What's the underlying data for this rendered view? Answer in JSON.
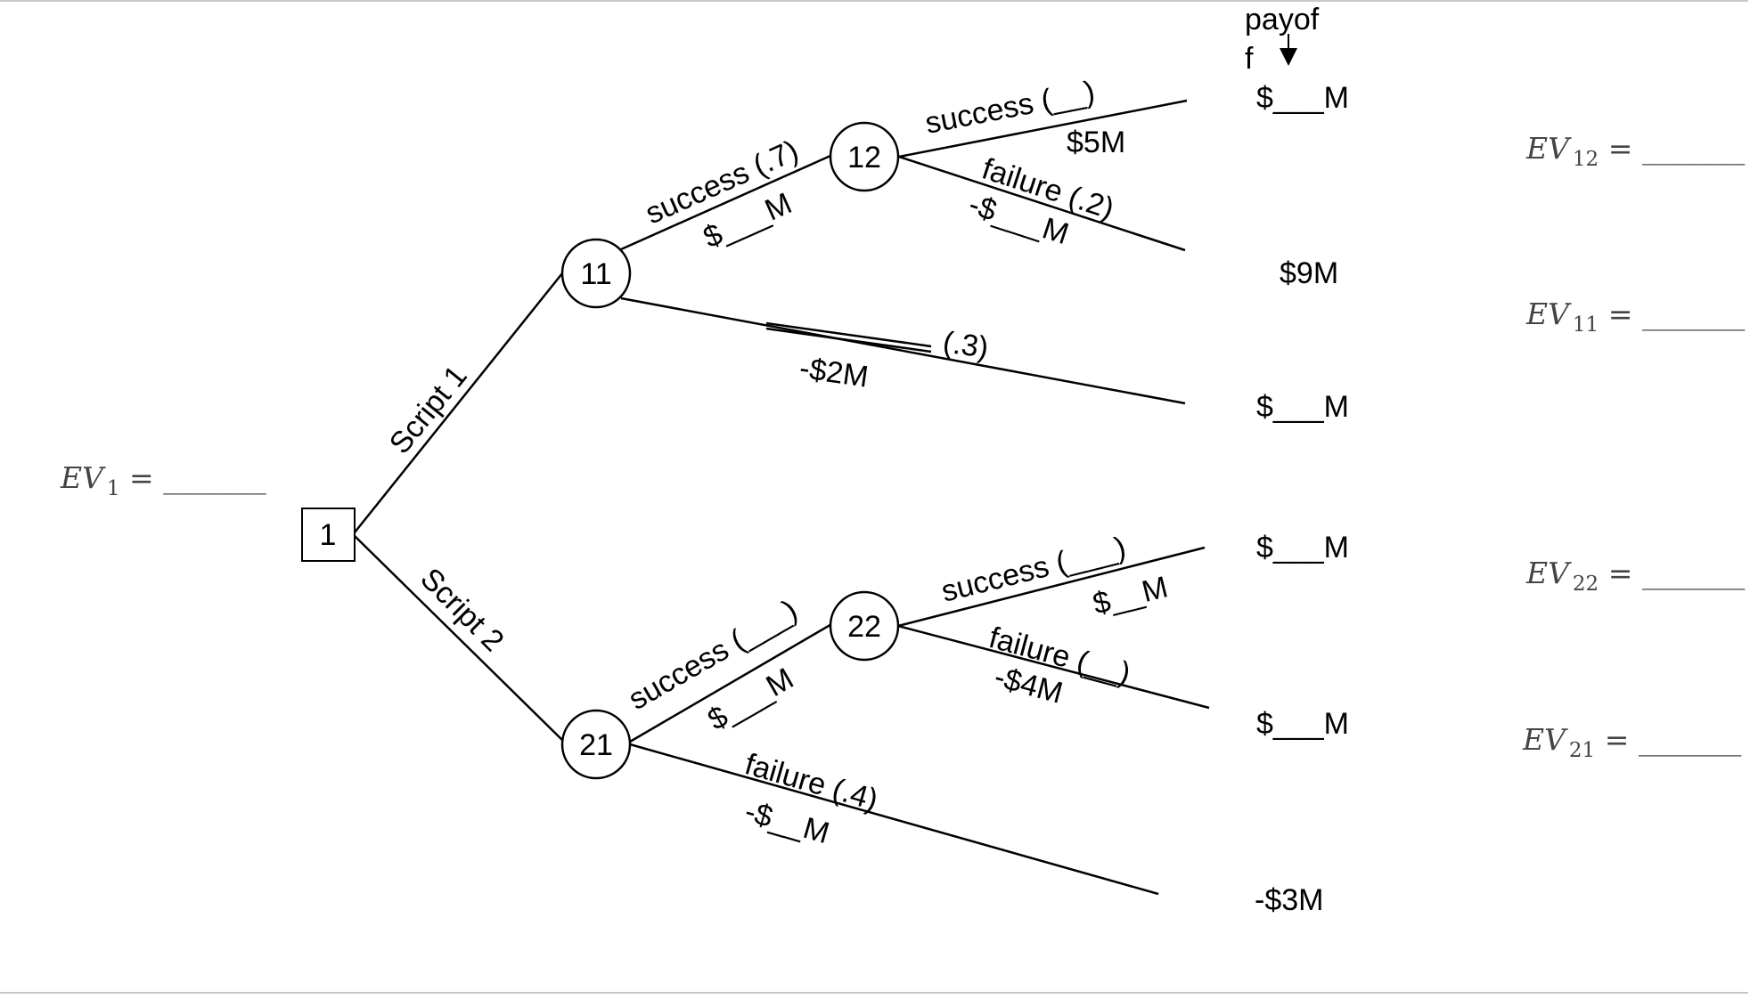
{
  "nodes": {
    "n1": "1",
    "n11": "11",
    "n12": "12",
    "n21": "21",
    "n22": "22"
  },
  "branches": {
    "script1": "Script 1",
    "script2": "Script 2",
    "n11_success": "success (.7)",
    "n11_success_payoff": "$___M",
    "n11_failure_prob": "(.3)",
    "n11_failure_payoff": "-$2M",
    "n12_success": "success (__)",
    "n12_success_payoff": "$5M",
    "n12_failure": "failure (.2)",
    "n12_failure_payoff": "-$___M",
    "n21_success": "success (___)",
    "n21_success_payoff": "$___M",
    "n21_failure": "failure (.4)",
    "n21_failure_payoff": "-$__M",
    "n22_success": "success (___)",
    "n22_success_payoff": "$__M",
    "n22_failure": "failure (__)",
    "n22_failure_payoff": "-$4M"
  },
  "payoff_header": {
    "line1": "payof",
    "line2": "f"
  },
  "payoffs": [
    "$___M",
    "$9M",
    "$___M",
    "$___M",
    "$___M",
    "-$3M"
  ],
  "ev": {
    "ev1": {
      "base": "EV",
      "sub": "1",
      "tail": " = _______"
    },
    "ev12": {
      "base": "EV",
      "sub": "12",
      "tail": " = _______"
    },
    "ev11": {
      "base": "EV",
      "sub": "11",
      "tail": " = _______"
    },
    "ev22": {
      "base": "EV",
      "sub": "22",
      "tail": " = _______"
    },
    "ev21": {
      "base": "EV",
      "sub": "21",
      "tail": " = _______"
    }
  }
}
